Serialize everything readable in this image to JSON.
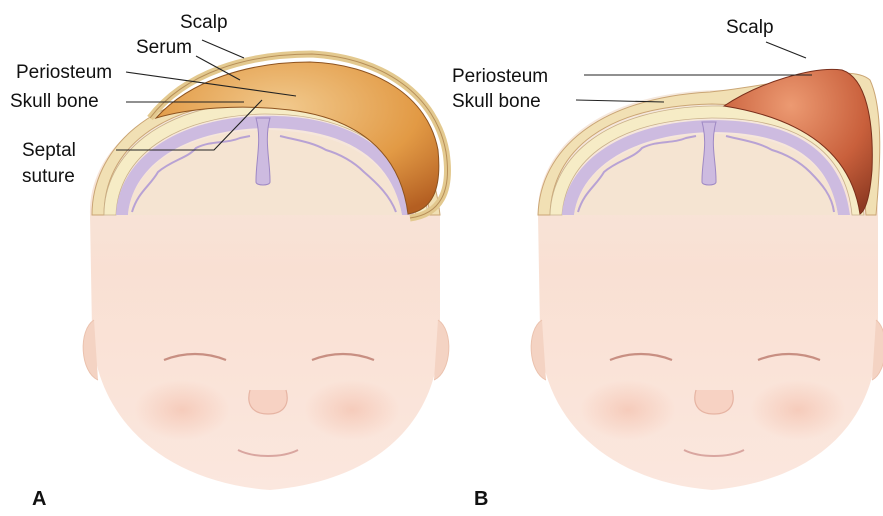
{
  "panels": {
    "a": {
      "letter": "A",
      "labels": {
        "scalp": "Scalp",
        "serum": "Serum",
        "periosteum": "Periosteum",
        "skull_bone": "Skull bone",
        "septal_suture_line1": "Septal",
        "septal_suture_line2": "suture"
      }
    },
    "b": {
      "letter": "B",
      "labels": {
        "scalp": "Scalp",
        "periosteum": "Periosteum",
        "skull_bone": "Skull bone"
      }
    }
  },
  "colors": {
    "skin": "#f7dccd",
    "skin_shadow": "#ecc4b0",
    "scalp_layer": "#f1e0b4",
    "bone": "#f6ecc6",
    "dura": "#cdbbe0",
    "brain": "#f5e4d2",
    "serum_fluid": "#e29a45",
    "blood_fluid": "#c9603c"
  }
}
